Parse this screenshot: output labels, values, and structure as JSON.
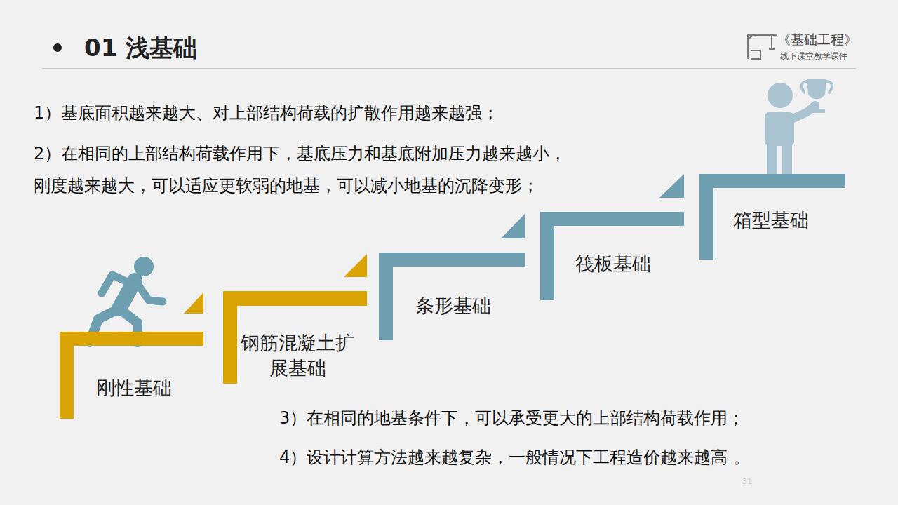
{
  "diagram": {
    "title": "01 浅基础",
    "nodes": [
      {
        "text": [
          "刚性基础"
        ]
      },
      {
        "text": [
          "钢筋混凝土扩展基础"
        ]
      },
      {
        "text": [
          "条形基础"
        ]
      },
      {
        "text": [
          "筏板基础"
        ]
      },
      {
        "text": [
          "箱型基础"
        ]
      }
    ],
    "labels": [
      "《基础工程》",
      "线下课堂教学课件",
      "1）基底面积越来越大、对上部结构荷载的扩散作用越来越强；",
      "2）在相同的上部结构荷载作用下，基底压力和基底附加压力越来越小，刚度越来越大，可以适应更软弱的地基，可以减小地基的沉降变形；",
      "3）在相同的地基条件下，可以承受更大的上部结构荷载作用；",
      "4）设计计算方法越来越复杂，一般情况下工程造价越来越高 。",
      "31"
    ]
  }
}
